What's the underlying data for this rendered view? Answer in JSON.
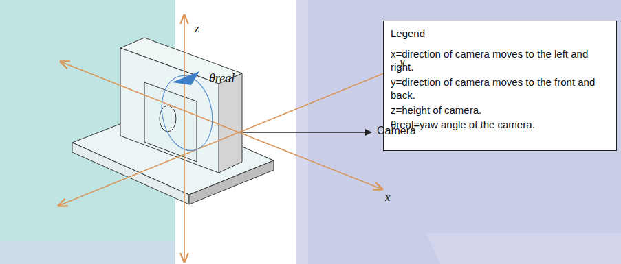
{
  "diagram": {
    "nodes": [
      {
        "text": [
          "Legend",
          "x=direction of camera moves to the left and right.",
          "y=direction of camera moves to the front and back.",
          "z=height of camera.",
          "θreal=yaw angle of the camera."
        ]
      }
    ],
    "labels": [
      "z",
      "y",
      "x",
      "θreal",
      "Camera"
    ]
  }
}
